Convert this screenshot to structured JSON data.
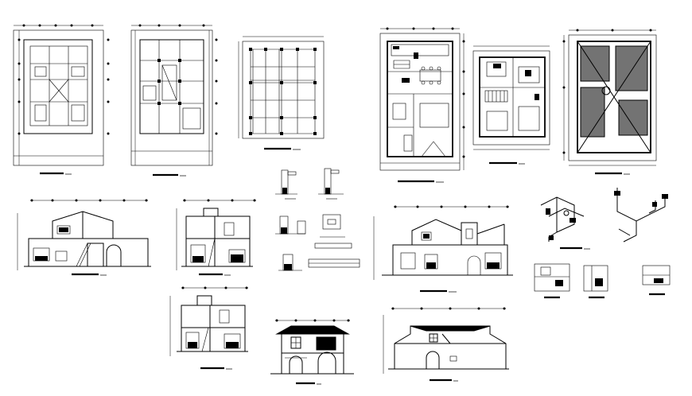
{
  "sheet": {
    "background": "#ffffff",
    "ink": "#000000"
  },
  "drawings": [
    {
      "id": "foundation-plan",
      "kind": "plan"
    },
    {
      "id": "structure-plan",
      "kind": "plan"
    },
    {
      "id": "column-grid-plan",
      "kind": "plan"
    },
    {
      "id": "ground-floor-plan",
      "kind": "plan"
    },
    {
      "id": "first-floor-plan",
      "kind": "plan"
    },
    {
      "id": "roof-plan",
      "kind": "plan"
    },
    {
      "id": "section-a",
      "kind": "section"
    },
    {
      "id": "section-b",
      "kind": "section"
    },
    {
      "id": "construction-details",
      "kind": "details"
    },
    {
      "id": "section-c",
      "kind": "section"
    },
    {
      "id": "plumbing-isometric",
      "kind": "isometric"
    },
    {
      "id": "plumbing-details",
      "kind": "details"
    },
    {
      "id": "section-d",
      "kind": "section"
    },
    {
      "id": "front-elevation",
      "kind": "elevation"
    },
    {
      "id": "rear-elevation",
      "kind": "elevation"
    }
  ]
}
